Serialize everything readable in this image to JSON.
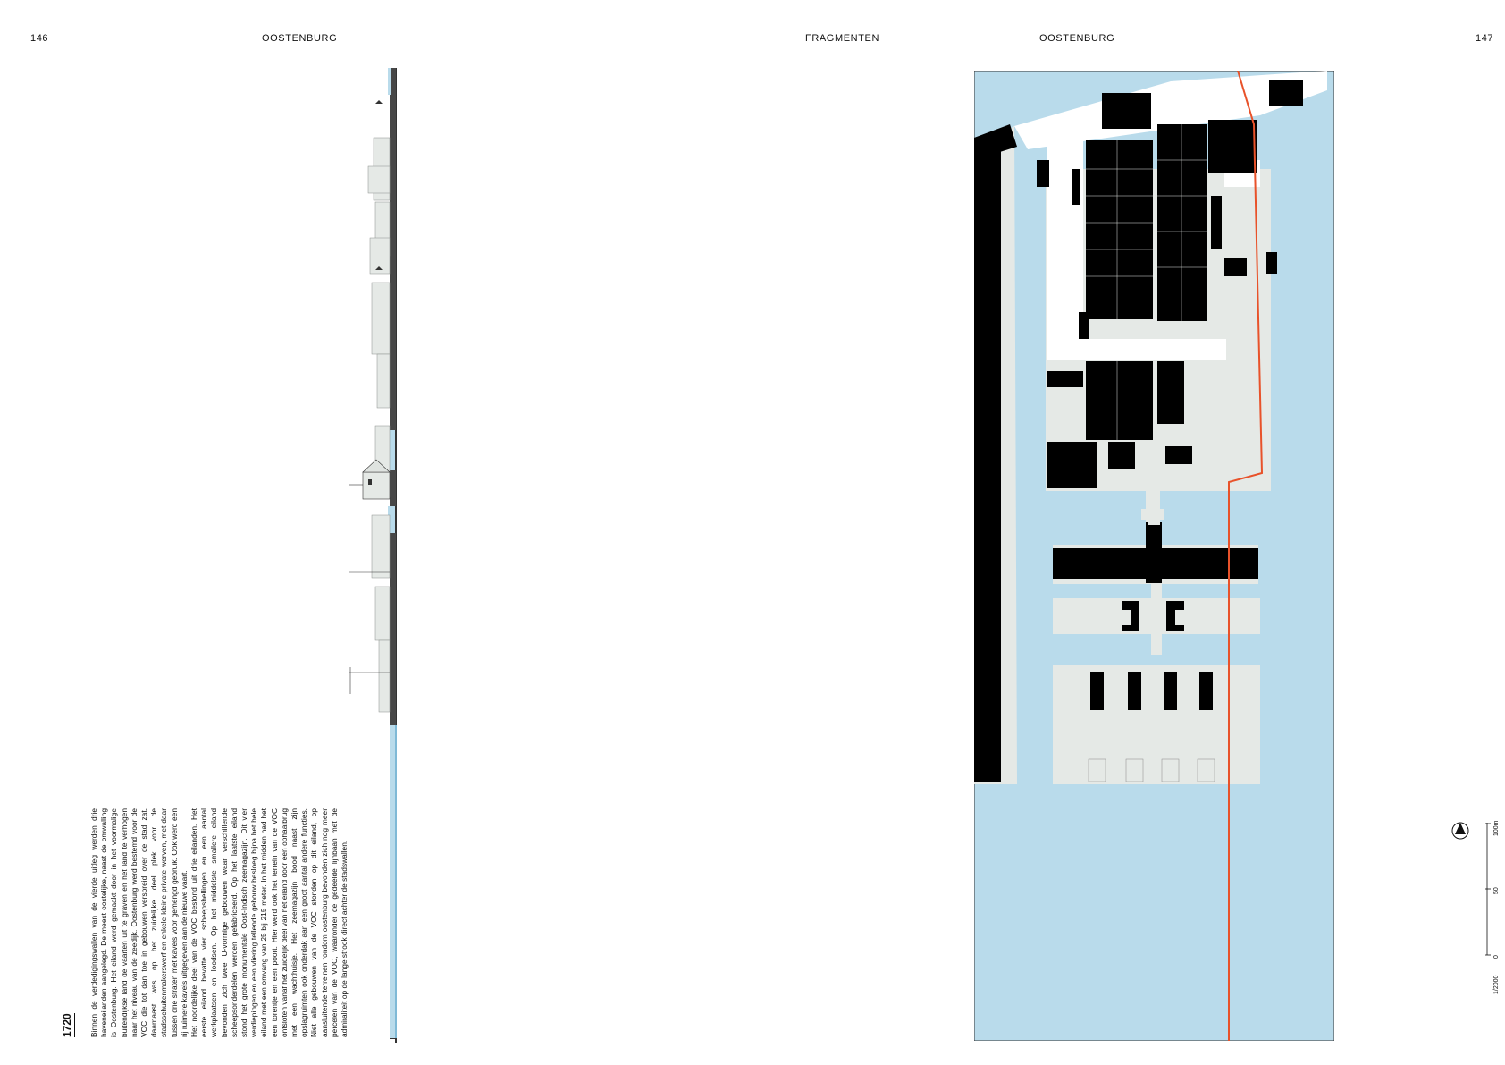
{
  "page_left": {
    "number": "146",
    "header": "OOSTENBURG"
  },
  "page_center": {
    "header": "FRAGMENTEN"
  },
  "page_right": {
    "number": "147",
    "header": "OOSTENBURG"
  },
  "year": "1720",
  "body_paragraphs": [
    "Binnen de verdedigingswallen van de vierde uitleg werden drie haveneilanden aangelegd. De meest oostelijke, naast de omwalling is Oostenburg. Het eiland werd gemaakt door in het voormalige buitendijkse land de vaarten uit te graven en het land te verhogen naar het niveau van de zeedijk. Oostenburg werd bestemd voor de VOC die tot dan toe in gebouwen verspreid over de stad zat, daarnaast was op het zuidelijke deel plek voor de stadsschuitenmakerswerf en enkele kleine private werven, met daar tussen drie straten met kavels voor gemengd gebruik. Ook werd een rij ruimere kavels uitgegeven aan de nieuwe vaart.",
    "Het noordelijke deel van de VOC bestond uit drie eilanden. Het eerste eiland bevatte vier scheepshellingen en een aantal werkplaatsen en loodsen. Op het middelste smallere eiland bevonden zich twee U-vormige gebouwen waar verschillende scheepsonderdelen werden gefabriceerd. Op het laatste eiland stond het grote monumentale Oost-Indisch zeemagazijn. Dit vier verdiepingen en een vliering tellende gebouw besloeg bijna het hele eiland met een omvang van 25 bij 215 meter. In het midden had het een torentje en een poort. Hier werd ook het terrein van de VOC ontsloten vanaf het zuidelijk deel van het eiland door een ophaalbrug met een wachthuisje. Het zeemagazijn bood naast zijn opslagruimten ook onderdak aan een groot aantal andere functies. Niet alle gebouwen van de VOC stonden op dit eiland, op aansluitende terreinen rondom oostenburg bevonden zich nog meer percelen van de VOC, waaronder de gedeelde lijnbaan met de admiraliteit op de lange strook direct achter de stadswallen."
  ],
  "scale_bar": {
    "labels": [
      "100m",
      "50",
      "0"
    ],
    "ratio": "1/2000"
  },
  "colors": {
    "water": "#b9dbeb",
    "land": "#e5e9e6",
    "building": "#000000",
    "boundary": "#e8522a",
    "wall": "#474747"
  }
}
